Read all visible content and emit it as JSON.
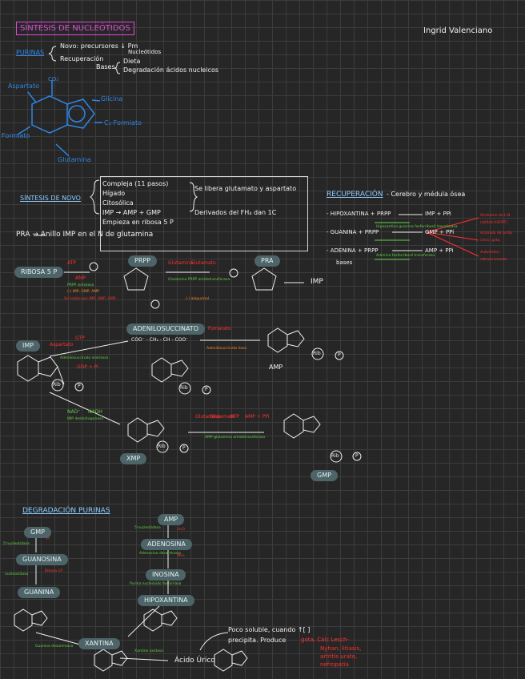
{
  "header": {
    "title": "SÍNTESIS DE NUCLEÓTIDOS",
    "author": "Ingrid Valenciano"
  },
  "intro": {
    "purinas": "PURINAS",
    "novo": "Novo: precursores ↓ Pm",
    "nucleotidos": "Nucleótidos",
    "recuperacion": "Recuperación",
    "bases": "Bases",
    "dieta": "Dieta",
    "degradacion": "Degradación ácidos nucleicos"
  },
  "ring_sources": {
    "aspartato": "Aspartato",
    "glicina": "Glicina",
    "formiato1": "C₁-Formiato",
    "formiato2": "Formiato",
    "glutamina": "Glutamina",
    "co2": "CO₂"
  },
  "novo": {
    "label": "SÍNTESIS DE NOVO",
    "items": [
      "Compleja (11 pasos)",
      "Hígado",
      "Citosólica",
      "IMP → AMP + GMP",
      "Empieza en ribosa 5 P"
    ],
    "libera": "Se libera glutamato y aspartato",
    "derivados": "Derivados del FH₄ dan 1C",
    "pra": "PRA → Anillo IMP en el N de glutamina"
  },
  "recuperacion": {
    "title": "RECUPERACIÓN",
    "subtitle": "- Cerebro y médula ósea",
    "r1": "- HIPOXANTINA + PRPP",
    "r1p": "IMP + PPi",
    "r2": "- GUANINA + PRPP",
    "r2p": "GMP + PPi",
    "r3": "- ADENINA + PRPP",
    "r3p": "AMP + PPi",
    "bases": "bases",
    "enz1": "Hipoxantina guanina fosforribosil transferasa",
    "enz2": "Adenina fosforribosil transferasa",
    "notes": [
      "Síndrome de L-N",
      "(déficit HGPRT)",
      "Acúmulo de ácido",
      "úrico: gota,",
      "Autolesión,",
      "retraso mental"
    ]
  },
  "pathway": {
    "ribosa": "RIBOSA 5 P",
    "prpp": "PRPP",
    "pra": "PRA",
    "imp_out": "IMP",
    "atp": "ATP",
    "amp": "AMP",
    "glutamina": "Glutamina",
    "glutamato": "Glutamato",
    "prpp_sintetasa": "PRPP sintetasa",
    "enz_pra": "Glutamina PRPP amidotransferasa",
    "inhib": "(-) IMP, GMP, AMP",
    "inhib2": "(-) alopurinol",
    "enz_inhib": "Se inhibe por IMP, AMP, GMP"
  },
  "imp_branch": {
    "imp": "IMP",
    "adenilosuccinato": "ADENILOSUCCINATO",
    "amp": "AMP",
    "xmp": "XMP",
    "gmp": "GMP",
    "aspartato": "Aspartato",
    "gtp": "GTP",
    "gdp": "GDP + Pi",
    "fumarato": "Fumarato",
    "enz_sint": "Adenilosuccinato sintetasa",
    "enz_liasa": "Adenilosuccinato liasa",
    "nad": "NAD⁺",
    "nadh": "NADH",
    "imp_dh": "IMP deshidrogenasa",
    "glut": "Glutamina",
    "glu": "Glutamato",
    "atp2": "ATP",
    "amp2": "AMP + PPi",
    "gmp_sint": "XMP-glutamina amidotransferasa",
    "coo": "COO⁻ - CH₂ - CH - COO⁻",
    "rib": "Rib",
    "p": "P"
  },
  "degradacion": {
    "title": "DEGRADACIÓN PURINAS",
    "gmp": "GMP",
    "guanosina": "GUANOSINA",
    "guanina": "GUANINA",
    "amp": "AMP",
    "adenosina": "ADENOSINA",
    "inosina": "INOSINA",
    "hipoxantina": "HIPOXANTINA",
    "xantina": "XANTINA",
    "acido": "Ácido Úrico",
    "nucleotidasa": "5'nucleotidasa",
    "nucleosidasa": "nucleosidasa",
    "guanasa": "Guanina desaminasa",
    "xo": "Xantina oxidasa",
    "ad": "Adenosina desaminasa",
    "pnp": "Purina nucleósido fosforilasa",
    "pi": "Pi",
    "h2o": "H₂O",
    "nh3": "NH₃",
    "ribosa": "Ribosa 1P",
    "poco": "Poco soluble, cuando ↑[ ]",
    "precipita": "precipita. Produce",
    "gota": "gota, Cálc Lesch-",
    "rojo2": "Nyhan, litiasis,",
    "rojo3": "artritis urato,",
    "rojo4": "nefropatía"
  }
}
